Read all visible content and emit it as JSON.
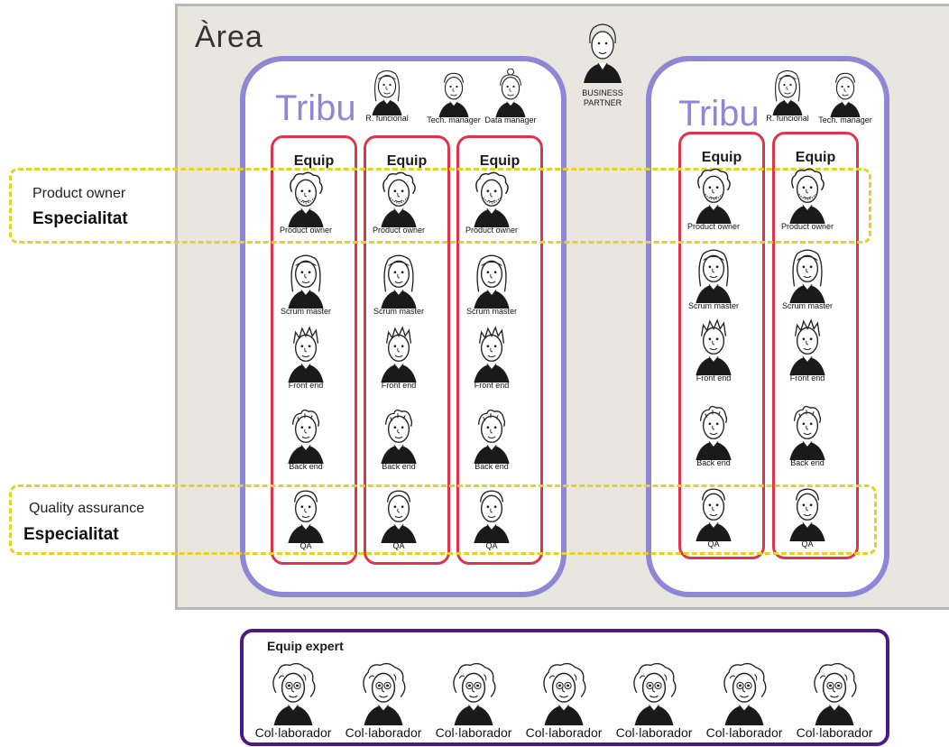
{
  "area": {
    "title": "Àrea"
  },
  "business_partner": {
    "label_line1": "BUSINESS",
    "label_line2": "PARTNER"
  },
  "tribes": [
    {
      "title": "Tribu",
      "leaders": [
        "R. funcional",
        "Tech. manager",
        "Data manager"
      ],
      "teams": [
        {
          "title": "Equip",
          "roles": [
            "Product owner",
            "Scrum master",
            "Front end",
            "Back end",
            "QA"
          ]
        },
        {
          "title": "Equip",
          "roles": [
            "Product owner",
            "Scrum master",
            "Front end",
            "Back end",
            "QA"
          ]
        },
        {
          "title": "Equip",
          "roles": [
            "Product owner",
            "Scrum master",
            "Front end",
            "Back end",
            "QA"
          ]
        }
      ]
    },
    {
      "title": "Tribu",
      "leaders": [
        "R. funcional",
        "Tech. manager"
      ],
      "teams": [
        {
          "title": "Equip",
          "roles": [
            "Product owner",
            "Scrum master",
            "Front end",
            "Back end",
            "QA"
          ]
        },
        {
          "title": "Equip",
          "roles": [
            "Product owner",
            "Scrum master",
            "Front end",
            "Back end",
            "QA"
          ]
        }
      ]
    }
  ],
  "specialities": [
    {
      "role": "Product owner",
      "name": "Especialitat"
    },
    {
      "role": "Quality assurance",
      "name": "Especialitat"
    }
  ],
  "expert_team": {
    "title": "Equip expert",
    "members": [
      "Col·laborador",
      "Col·laborador",
      "Col·laborador",
      "Col·laborador",
      "Col·laborador",
      "Col·laborador",
      "Col·laborador"
    ]
  },
  "colors": {
    "tribe_border": "#8f86d6",
    "team_border": "#e0344c",
    "speciality_border": "#e6d31d",
    "expert_border": "#4b1a85",
    "area_bg": "#e9e6e0"
  }
}
